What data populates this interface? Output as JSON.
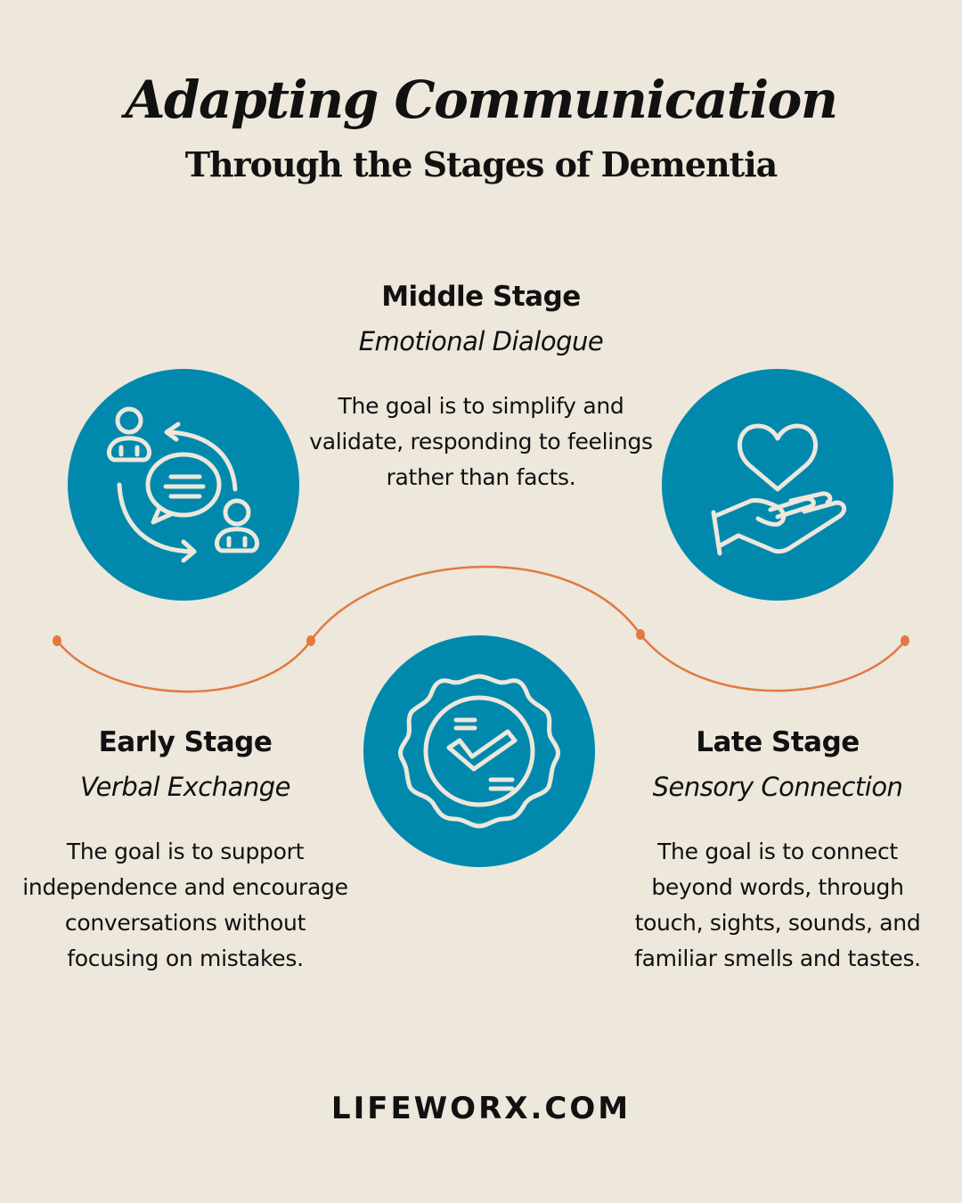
{
  "header": {
    "title": "Adapting Communication",
    "subtitle": "Through the Stages of Dementia"
  },
  "stages": {
    "middle": {
      "title": "Middle Stage",
      "subtitle": "Emotional Dialogue",
      "description": "The goal is to simplify and validate, responding to feelings rather than facts.",
      "icon": "hand-heart-icon"
    },
    "early": {
      "title": "Early Stage",
      "subtitle": "Verbal Exchange",
      "description": "The goal is to support independence and encourage conversations without focusing on mistakes.",
      "icon": "conversation-exchange-icon"
    },
    "late": {
      "title": "Late Stage",
      "subtitle": "Sensory Connection",
      "description": "The goal is to connect beyond words, through touch, sights, sounds, and familiar smells and tastes.",
      "icon": "badge-check-icon"
    }
  },
  "footer": {
    "website": "LIFEWORX.COM"
  },
  "colors": {
    "background": "#ede7dc",
    "circle": "#0189ad",
    "icon_stroke": "#ede7dc",
    "wave": "#e07a3e",
    "text": "#111111"
  }
}
